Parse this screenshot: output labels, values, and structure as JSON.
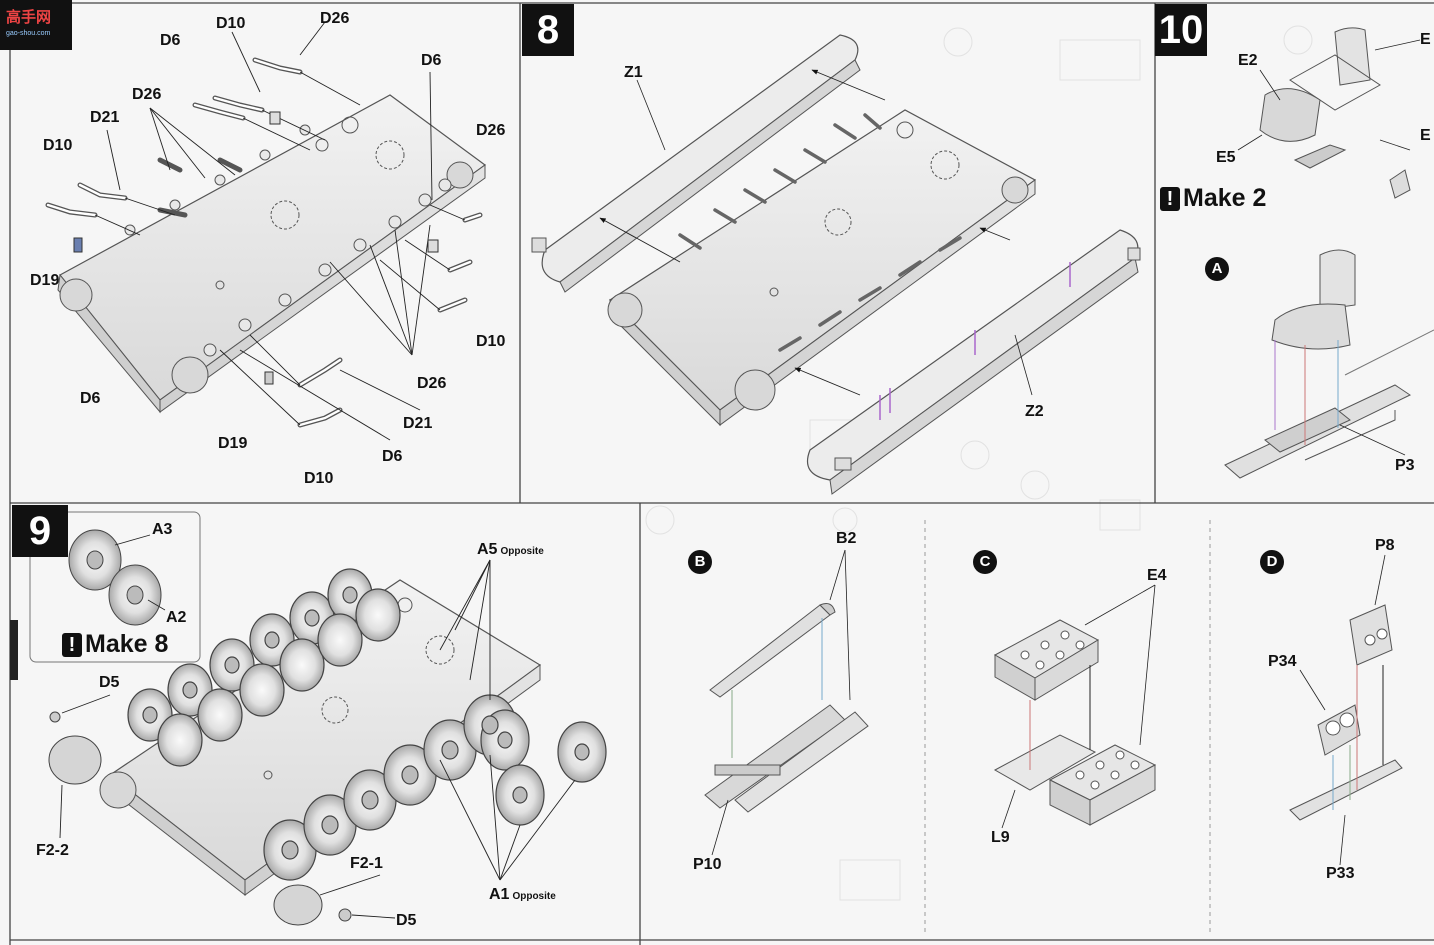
{
  "watermark": {
    "text": "高手网",
    "url": "gao-shou.com"
  },
  "steps": {
    "s8": "8",
    "s9": "9",
    "s10": "10"
  },
  "sub_steps": {
    "a": "A",
    "b": "B",
    "c": "C",
    "d": "D"
  },
  "make_notes": {
    "make2": "Make 2",
    "make8": "Make 8",
    "bang": "!"
  },
  "panel7_labels": {
    "d26_top": "D26",
    "d10_top": "D10",
    "d6_top": "D6",
    "d6_right": "D6",
    "d26_left": "D26",
    "d21_left": "D21",
    "d10_left": "D10",
    "d26_right": "D26",
    "d19_left": "D19",
    "d6_low": "D6",
    "d10_right": "D10",
    "d26_bottom": "D26",
    "d19_bottom": "D19",
    "d21_bottom": "D21",
    "d6_bottom": "D6",
    "d10_bottom": "D10"
  },
  "panel8_labels": {
    "z1": "Z1",
    "z2": "Z2"
  },
  "panel10_labels": {
    "e2": "E2",
    "e5": "E5",
    "e_edge1": "E",
    "e_edge2": "E",
    "p3": "P3"
  },
  "panel9_labels": {
    "a3": "A3",
    "a2": "A2",
    "d5_top": "D5",
    "f2_2": "F2-2",
    "a5": "A5",
    "a5_note": "Opposite",
    "f2_1": "F2-1",
    "d5_bottom": "D5",
    "a1": "A1",
    "a1_note": "Opposite"
  },
  "panelB_labels": {
    "b2": "B2",
    "p10": "P10"
  },
  "panelC_labels": {
    "e4": "E4",
    "l9": "L9"
  },
  "panelD_labels": {
    "p8": "P8",
    "p34": "P34",
    "p33": "P33"
  }
}
